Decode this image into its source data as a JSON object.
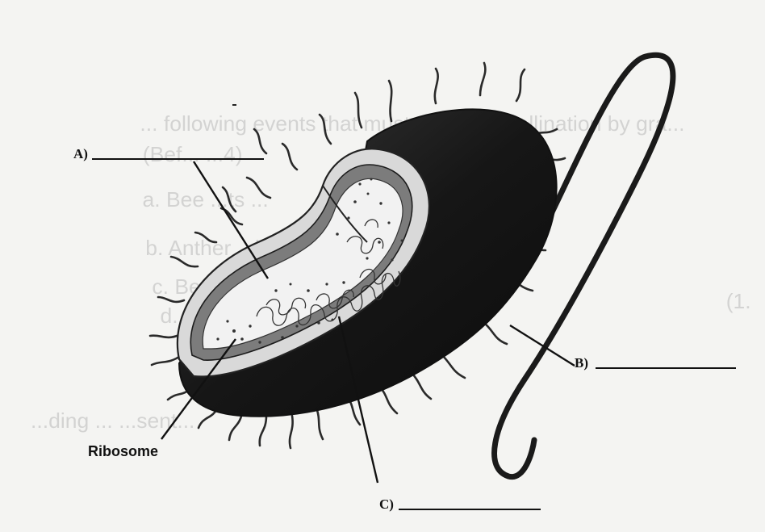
{
  "labels": {
    "a": "A)",
    "b": "B)",
    "c": "C)",
    "ribosome": "Ribosome"
  },
  "bleed_through": {
    "line1": "... following events that must occur for pollination by gra...",
    "line2": "(Bef... ...4)",
    "line3": "a.  Bee ...ts ...",
    "line4": "b.  Anther ...ls ...",
    "line5": "c.  Bee visits ...",
    "line6": "d.  Pollen is ...",
    "line7": "(1.",
    "line8": "...ding ... ...sent..."
  },
  "colors": {
    "background": "#f4f4f2",
    "ink": "#111111",
    "body_dark": "#1b1b1b",
    "wall_light": "#d8d8d8",
    "membrane_gray": "#7a7a7a",
    "cytoplasm": "#f1f1f1"
  }
}
